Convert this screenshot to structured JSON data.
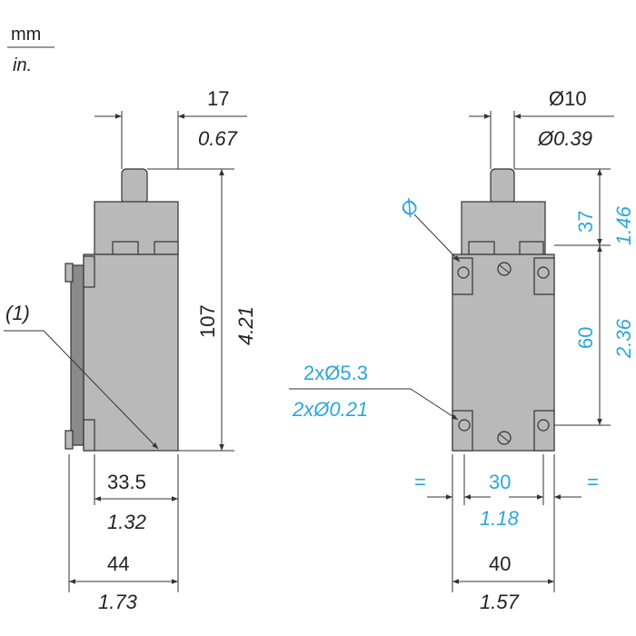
{
  "units": {
    "top": "mm",
    "bottom": "in."
  },
  "side_view": {
    "plunger_width": {
      "mm": "17",
      "in": "0.67"
    },
    "height": {
      "mm": "107",
      "in": "4.21"
    },
    "depth": {
      "mm": "33.5",
      "in": "1.32"
    },
    "overall_depth": {
      "mm": "44",
      "in": "1.73"
    },
    "callout": "(1)"
  },
  "front_view": {
    "plunger_diameter": {
      "mm": "Ø10",
      "in": "Ø0.39"
    },
    "hole_symbol": "Ø",
    "head_height": {
      "mm": "37",
      "in": "1.46"
    },
    "hole_spacing_v": {
      "mm": "60",
      "in": "2.36"
    },
    "mounting_holes": {
      "mm": "2xØ5.3",
      "in": "2xØ0.21"
    },
    "hole_spacing_h": {
      "mm": "30",
      "in": "1.18"
    },
    "equal_left": "=",
    "equal_right": "=",
    "width": {
      "mm": "40",
      "in": "1.57"
    }
  },
  "colors": {
    "dimension_blue": "#2aa7dc",
    "body_grey": "#b9b9b9",
    "line_dark": "#333333"
  }
}
